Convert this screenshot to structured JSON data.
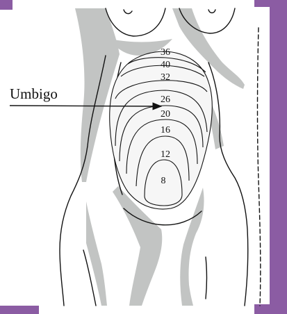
{
  "annotation": {
    "label": "Umbigo"
  },
  "contours": [
    {
      "label": "36"
    },
    {
      "label": "40"
    },
    {
      "label": "32"
    },
    {
      "label": "26"
    },
    {
      "label": "20"
    },
    {
      "label": "16"
    },
    {
      "label": "12"
    },
    {
      "label": "8"
    }
  ],
  "colors": {
    "frame": "#8b5ca3",
    "body_shadow": "#c2c4c3",
    "line": "#111111",
    "abdomen_fill": "#f6f6f6"
  }
}
